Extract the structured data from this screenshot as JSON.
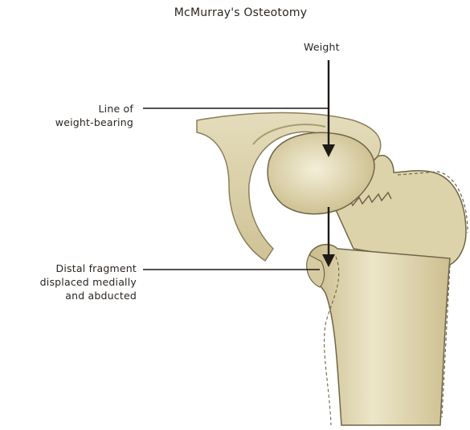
{
  "title": "McMurray's Osteotomy",
  "labels": {
    "weight": "Weight",
    "line_of_weight_bearing": [
      "Line of",
      "weight-bearing"
    ],
    "distal_fragment": [
      "Distal fragment",
      "displaced medially",
      "and abducted"
    ]
  },
  "colors": {
    "bone": "#e7dfbf",
    "bone_shadow": "#b9ab7c",
    "bone_outline": "#6f6548",
    "pelvis": "#d8cfa9",
    "arrow": "#1f1a16"
  }
}
